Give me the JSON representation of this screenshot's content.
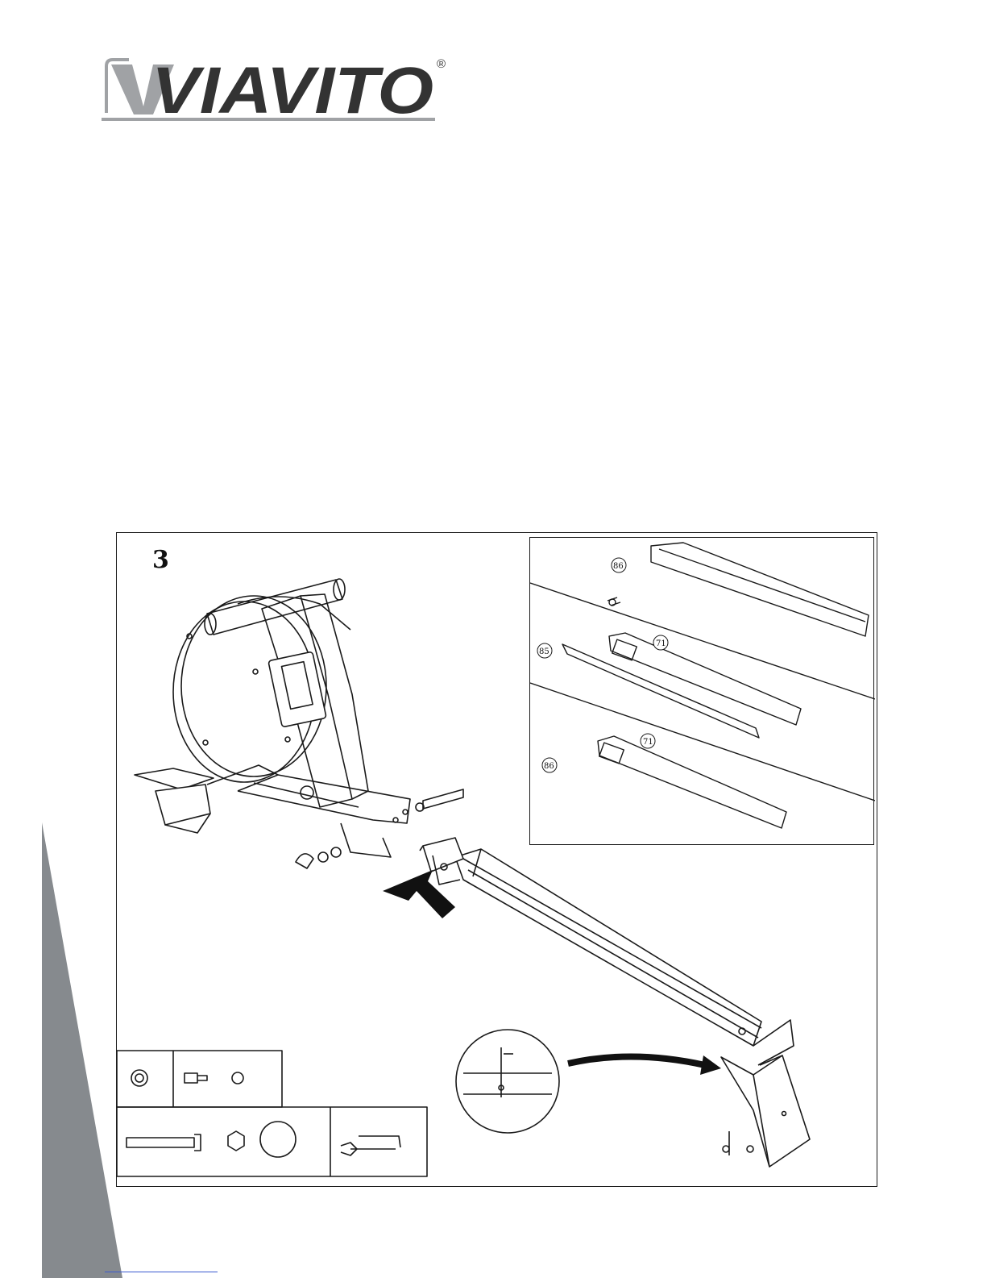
{
  "brand": {
    "name": "VIAVITO",
    "registered_mark": "®"
  },
  "step": {
    "number": "3"
  },
  "inset": {
    "callouts": [
      "86",
      "85",
      "71",
      "71",
      "86"
    ]
  },
  "colors": {
    "side_band": "#868a8e",
    "logo_text": "#333333",
    "logo_swoosh": "#a0a2a5",
    "line_art": "#1a1a1a"
  },
  "icons": {
    "parts_washer": "washer-icon",
    "parts_bolt": "bolt-icon",
    "parts_long_bolt": "long-bolt-icon",
    "parts_nut": "nut-icon",
    "parts_end_cap": "end-cap-icon",
    "tools": "wrench-icon",
    "direction_arrow": "arrow-icon"
  }
}
